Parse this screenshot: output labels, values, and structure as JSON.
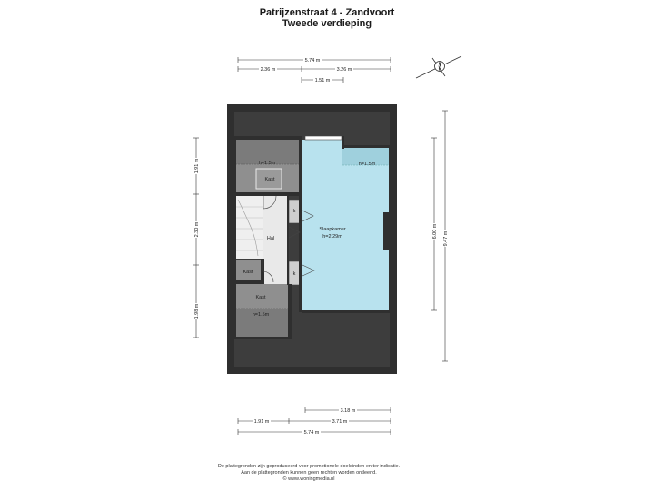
{
  "header": {
    "title": "Patrijzenstraat 4 - Zandvoort",
    "subtitle": "Tweede verdieping"
  },
  "dimensions": {
    "top_total": "5.74 m",
    "top_left": "2.36 m",
    "top_right": "3.26 m",
    "top_inner": "1.51 m",
    "left_upper": "1.91 m",
    "left_middle": "2.30 m",
    "left_lower": "1.98 m",
    "right_inner": "6.00 m",
    "right_outer": "9.47 m",
    "bottom_inner": "3.18 m",
    "bottom_left": "1.91 m",
    "bottom_right": "3.71 m",
    "bottom_total": "5.74 m"
  },
  "rooms": {
    "slaapkamer_name": "Slaapkamer",
    "slaapkamer_height": "h=2.29m",
    "slaapkamer_low": "h=1.5m",
    "hal": "Hal",
    "kast_top": "Kast",
    "kast_top_height": "h=1.5m",
    "kast_small": "Kast",
    "kast_bottom": "Kast",
    "kast_bottom_height": "h=1.5m",
    "closet_k1": "k",
    "closet_k2": "k"
  },
  "compass": {
    "label": "N"
  },
  "footer": {
    "line1": "De plattegronden zijn geproduceerd voor promotionele doeleinden en ter indicatie.",
    "line2": "Aan de plattegronden kunnen geen rechten worden ontleend.",
    "line3": "© www.woningmedia.nl"
  },
  "colors": {
    "wall": "#2f2f2f",
    "roof_area": "#3a3a3a",
    "bedroom": "#b8e2ee",
    "bedroom_low": "#9fd0dd",
    "storage": "#8f8f8f",
    "storage_low": "#7b7b7b",
    "hall": "#e9e9e9"
  }
}
